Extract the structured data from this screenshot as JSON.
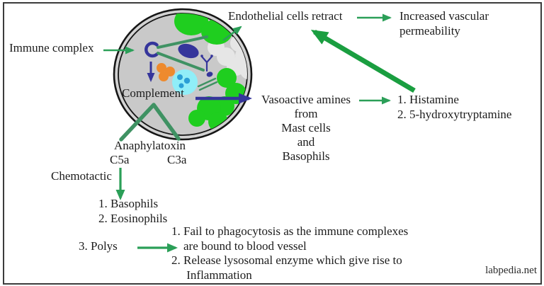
{
  "labels": {
    "immune_complex": "Immune complex",
    "complement": "Complement",
    "endothelial_retract": "Endothelial cells retract",
    "increased_vascular_permeability": "Increased vascular\npermeability",
    "vasoactive_amines": "Vasoactive amines\nfrom\nMast cells\nand\nBasophils",
    "amines": "1. Histamine\n2. 5-hydroxytryptamine",
    "anaphylatoxin": "Anaphylatoxin",
    "c5a": "C5a",
    "c3a": "C3a",
    "chemotactic": "Chemotactic",
    "chemotactic_cells": "1. Basophils\n2. Eosinophils",
    "polys": "3. Polys",
    "polys_effects": "1. Fail to phagocytosis as the immune complexes\n    are bound to blood vessel\n2. Release lysosomal enzyme which give rise to\n     Inflammation",
    "watermark": "labpedia.net"
  },
  "arrows": [
    {
      "from": "Immune complex",
      "to": "cell interior",
      "style": "green-thin"
    },
    {
      "from": "immune complex icon",
      "to": "Complement",
      "style": "blue"
    },
    {
      "from": "Complement",
      "to": "Vasoactive amines",
      "style": "blue"
    },
    {
      "from": "cell edge (retracted area)",
      "to": "Endothelial cells retract",
      "style": "green-thin"
    },
    {
      "from": "Endothelial cells retract",
      "to": "Increased vascular permeability",
      "style": "green-thin"
    },
    {
      "from": "Histamine / 5-hydroxytryptamine",
      "to": "Endothelial cells retract",
      "style": "green-thick"
    },
    {
      "from": "Vasoactive amines",
      "to": "Histamine / 5-hydroxytryptamine",
      "style": "green-thin"
    },
    {
      "from": "Complement",
      "to": "Anaphylatoxin (C5a, C3a)",
      "style": "green-fork"
    },
    {
      "from": "C5a (Chemotactic)",
      "to": "Basophils / Eosinophils / Polys",
      "style": "green-thin"
    },
    {
      "from": "3. Polys",
      "to": "effects list",
      "style": "green-thin"
    }
  ],
  "icons": {
    "cell_membrane": "double-ring-circle",
    "endothelial_cells": "green-blobs",
    "retracted_endothelial_cells": "light-gray-blobs",
    "immune_complex_icon": "antibody-antigen-complex",
    "complement_fragments_icon": "orange-cluster",
    "mast_cell_icon": "cyan-granulated-cell",
    "receptor_icon": "y-receptor",
    "fibril_icon": "paired-strands"
  },
  "colors": {
    "arrow_green": "#2b9f58",
    "thick_arrow_green": "#1a9e40",
    "diagram_green": "#3f9263",
    "blob_green": "#1fce1f",
    "indigo_blue": "#35359b",
    "cell_fill": "#c9c9c9",
    "ring_gap_fill": "#d2d2d2",
    "retracted_blob_gray": "#e6e6e6",
    "orange": "#ee8a2e",
    "cyan": "#90eef8",
    "cyan_dot_blue": "#2a9fd6",
    "text": "#1c1c1c"
  }
}
